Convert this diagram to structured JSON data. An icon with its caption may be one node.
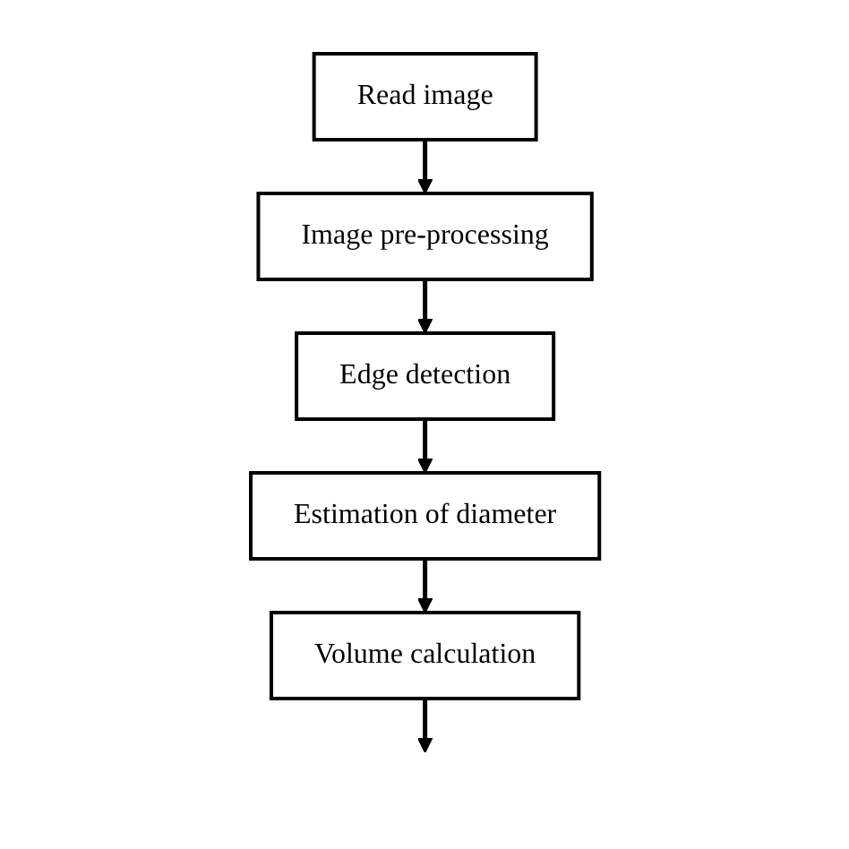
{
  "diagram": {
    "nodes": [
      {
        "text": [
          "Read image"
        ]
      },
      {
        "text": [
          "Image pre-processing"
        ]
      },
      {
        "text": [
          "Edge detection"
        ]
      },
      {
        "text": [
          "Estimation of diameter"
        ]
      },
      {
        "text": [
          "Volume calculation"
        ]
      }
    ],
    "edges": [
      {
        "from": 0,
        "to": 1,
        "arrow": "to"
      },
      {
        "from": 1,
        "to": 2,
        "arrow": "to"
      },
      {
        "from": 2,
        "to": 3,
        "arrow": "to"
      },
      {
        "from": 3,
        "to": 4,
        "arrow": "to"
      },
      {
        "from": 4,
        "to": null,
        "arrow": "to"
      }
    ]
  }
}
